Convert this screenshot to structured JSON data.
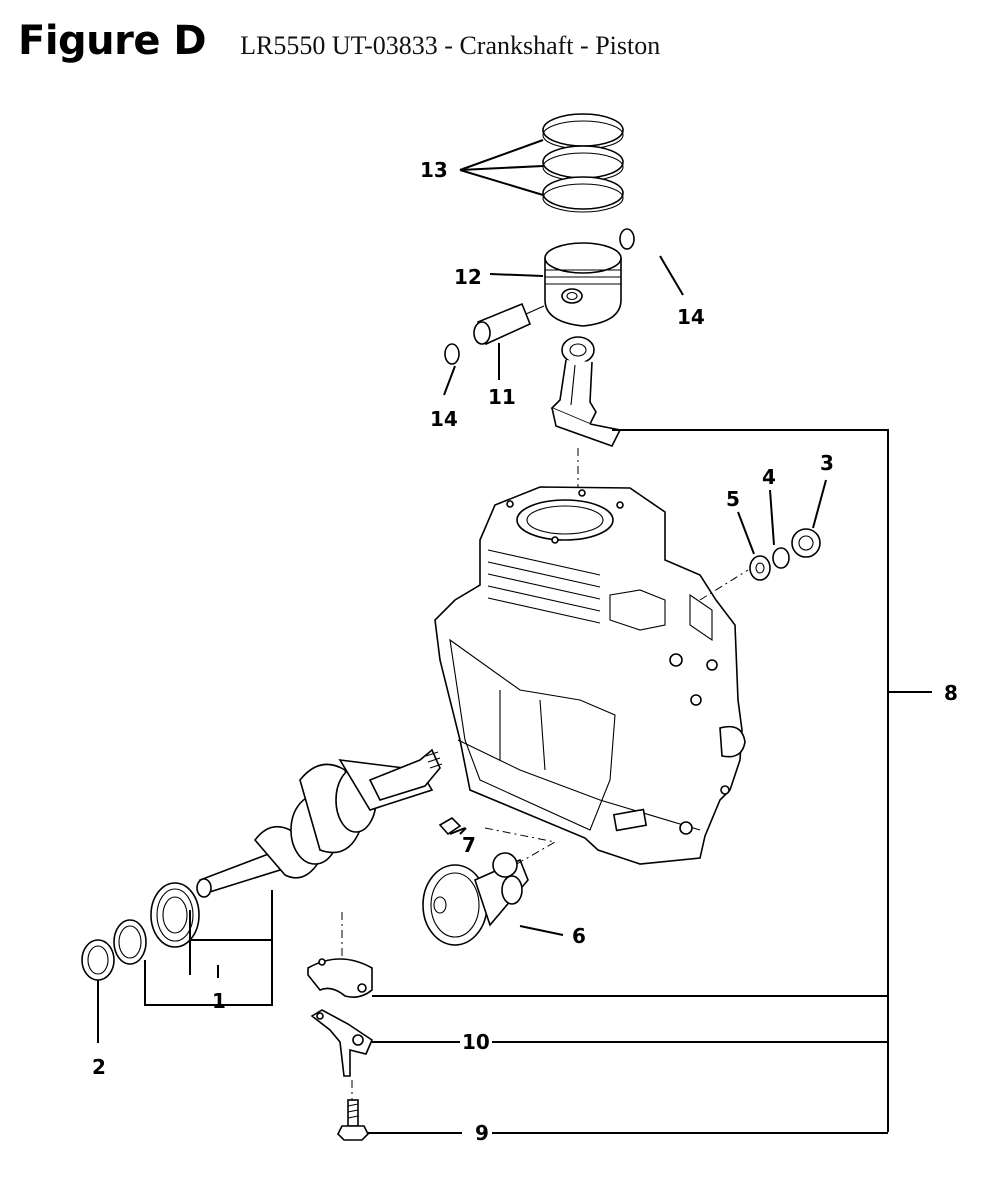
{
  "header": {
    "figure_label": "Figure D",
    "subtitle": "LR5550 UT-03833 - Crankshaft - Piston"
  },
  "callouts": [
    "1",
    "2",
    "3",
    "4",
    "5",
    "6",
    "7",
    "8",
    "9",
    "10",
    "11",
    "12",
    "13",
    "14"
  ]
}
